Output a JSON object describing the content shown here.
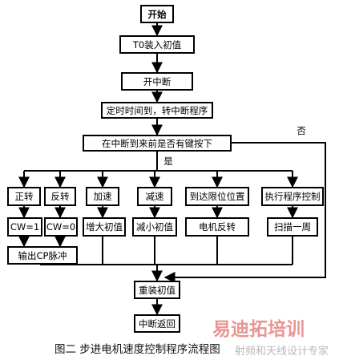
{
  "nodes": {
    "start": "开始",
    "t0_load": "T0装入初值",
    "enable_int": "开中断",
    "timer_int": "定时时间到，转中断程序",
    "key_check": "在中断到来前是否有键按下",
    "forward": "正转",
    "reverse": "反转",
    "accel": "加速",
    "decel": "减速",
    "limit_pos": "到达限位位置",
    "exec_prog": "执行程序控制",
    "cw1": "CW=1",
    "cw0": "CW=0",
    "inc_init": "增大初值",
    "dec_init": "减小初值",
    "motor_rev": "电机反转",
    "scan_once": "扫描一周",
    "output_cp": "输出CP脉冲",
    "reload": "重装初值",
    "int_return": "中断返回"
  },
  "labels": {
    "no": "否",
    "yes": "是"
  },
  "caption": "图二  步进电机速度控制程序流程图",
  "watermark": {
    "brand": "易迪拓培训",
    "sub": "射频和天线设计专家"
  }
}
